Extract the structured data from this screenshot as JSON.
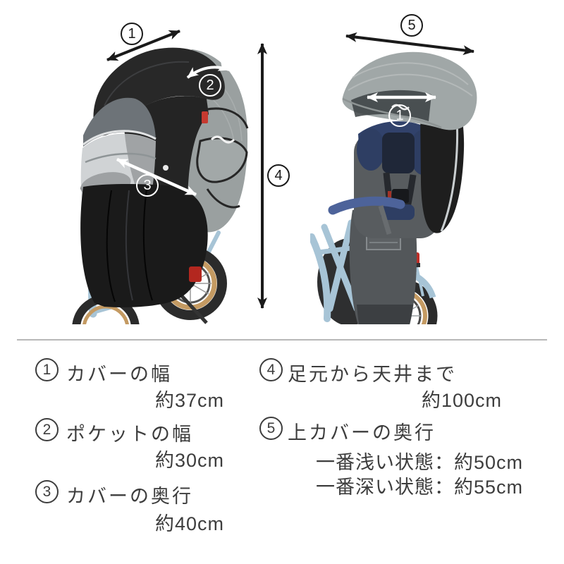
{
  "colors": {
    "background": "#ffffff",
    "divider": "#b8b8b8",
    "text": "#3d3d3d",
    "annotation_dark": "#1a1a1a",
    "annotation_light": "#ffffff",
    "bike_frame_blue": "#a7c4d6",
    "tire_tan": "#c49a62",
    "cover_heather_gray": "#9aa0a0",
    "cover_black": "#222222",
    "seat_navy": "#2e3e63",
    "accent_red": "#c0392b"
  },
  "photos": {
    "badges": {
      "cover_width": "1",
      "pocket_width": "2",
      "cover_depth": "3",
      "total_height": "4",
      "canopy_depth": "5",
      "seat_width": "1"
    }
  },
  "legend": {
    "items": [
      {
        "number": "1",
        "label": "カバーの幅",
        "value": "約37cm"
      },
      {
        "number": "2",
        "label": "ポケットの幅",
        "value": "約30cm"
      },
      {
        "number": "3",
        "label": "カバーの奥行",
        "value": "約40cm"
      },
      {
        "number": "4",
        "label": "足元から天井まで",
        "value": "約100cm"
      },
      {
        "number": "5",
        "label": "上カバーの奥行",
        "value_lines": [
          "一番浅い状態：約50cm",
          "一番深い状態：約55cm"
        ]
      }
    ]
  }
}
